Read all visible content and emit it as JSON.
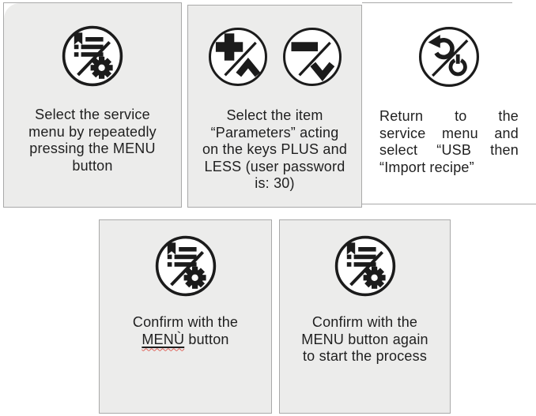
{
  "colors": {
    "panel_fill": "#ececeb",
    "panel_border": "#a9a9a9",
    "text": "#1f1f1f",
    "icon": "#1b1b1b",
    "squiggle": "#e0635a"
  },
  "steps": [
    {
      "name": "step-1",
      "icon": "menu-button-icon",
      "text": "Select the service\nmenu by repeatedly\npressing the MENU\nbutton"
    },
    {
      "name": "step-2",
      "icons": [
        "plus-key-icon",
        "minus-key-icon"
      ],
      "text": "Select the item\n“Parameters” acting\non the keys PLUS and\nLESS (user password\nis: 30)"
    },
    {
      "name": "step-3",
      "icon": "return-standby-icon",
      "text": "Return to the\nservice menu and\nselect “USB then\n“Import recipe”"
    },
    {
      "name": "step-4",
      "icon": "menu-button-icon",
      "text_before": "Confirm with the\n",
      "text_misspelled": "MENÙ",
      "text_after": " button"
    },
    {
      "name": "step-5",
      "icon": "menu-button-icon",
      "text": "Confirm with the\nMENU button again\nto start the process"
    }
  ]
}
